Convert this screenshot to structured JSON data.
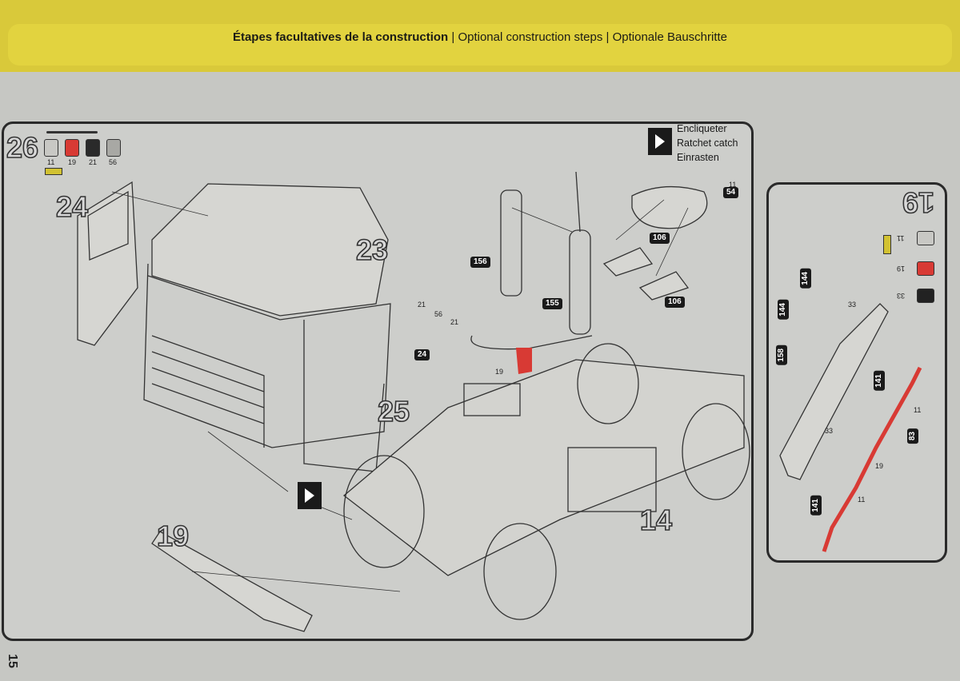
{
  "header": {
    "title_fr": "Étapes facultatives de la construction",
    "sep1": " | ",
    "title_en": "Optional construction steps",
    "sep2": " | ",
    "title_de": "Optionale Bauschritte"
  },
  "main_panel": {
    "step": "26",
    "paints": [
      {
        "code": "11",
        "color": "#c8c8c4"
      },
      {
        "code": "19",
        "color": "#d83a34"
      },
      {
        "code": "21",
        "color": "#2a2a2a"
      },
      {
        "code": "56",
        "color": "#a8a8a4"
      }
    ],
    "legend": {
      "fr": "Encliqueter",
      "en": "Ratchet catch",
      "de": "Einrasten"
    },
    "assembly_numbers": [
      "24",
      "23",
      "25",
      "14",
      "19"
    ],
    "parts": [
      "156",
      "155",
      "106",
      "106",
      "54",
      "24"
    ],
    "paint_refs": [
      "11",
      "21",
      "56",
      "21",
      "19"
    ]
  },
  "side_panel": {
    "step": "19",
    "paints": [
      {
        "code": "11",
        "color": "#c8c8c4"
      },
      {
        "code": "19",
        "color": "#d83a34"
      },
      {
        "code": "33",
        "color": "#222222"
      }
    ],
    "parts": [
      "144",
      "144",
      "158",
      "141",
      "83",
      "141"
    ],
    "paint_refs": [
      "33",
      "33",
      "11",
      "19",
      "11"
    ]
  },
  "page_number": "15"
}
